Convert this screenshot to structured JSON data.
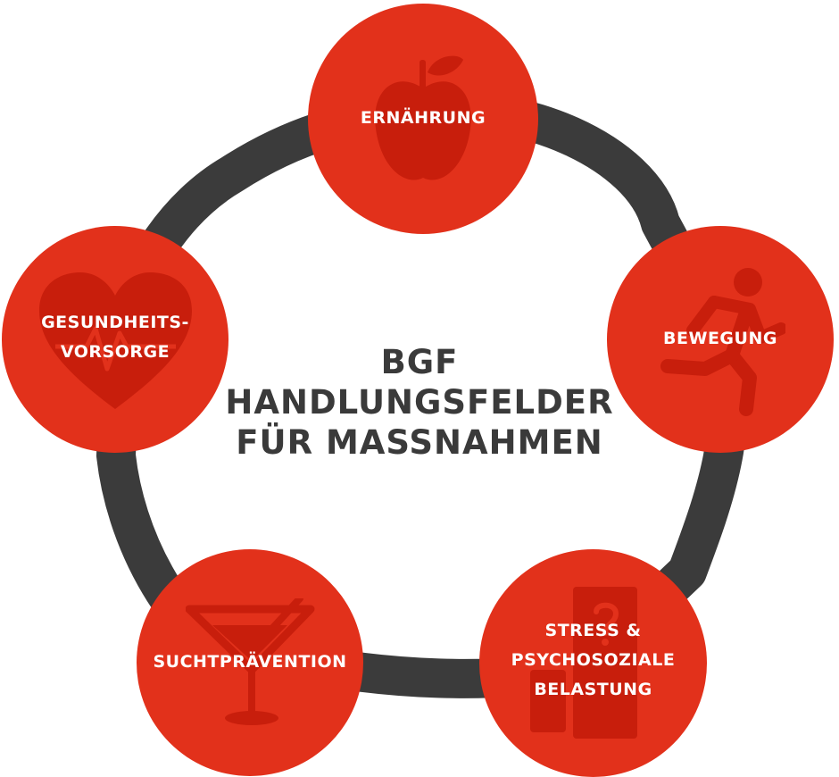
{
  "title": {
    "line1": "BGF",
    "line2": "HANDLUNGSFELDER",
    "line3": "FÜR MASSNAHMEN"
  },
  "colors": {
    "node": "#e2311b",
    "icon": "#c81e0c",
    "ring": "#3b3b3b",
    "title": "#3a3a3a",
    "label": "#ffffff"
  },
  "nodes": [
    {
      "id": "ernaehrung",
      "icon": "apple-icon",
      "lines": [
        "ERNÄHRUNG"
      ]
    },
    {
      "id": "bewegung",
      "icon": "running-person-icon",
      "lines": [
        "BEWEGUNG"
      ]
    },
    {
      "id": "stress",
      "icon": "question-tag-icon",
      "lines": [
        "STRESS &",
        "PSYCHOSOZIALE",
        "BELASTUNG"
      ]
    },
    {
      "id": "sucht",
      "icon": "cocktail-glass-icon",
      "lines": [
        "SUCHTPRÄVENTION"
      ]
    },
    {
      "id": "gesundheit",
      "icon": "heart-pulse-icon",
      "lines": [
        "GESUNDHEITS-",
        "VORSORGE"
      ]
    }
  ]
}
